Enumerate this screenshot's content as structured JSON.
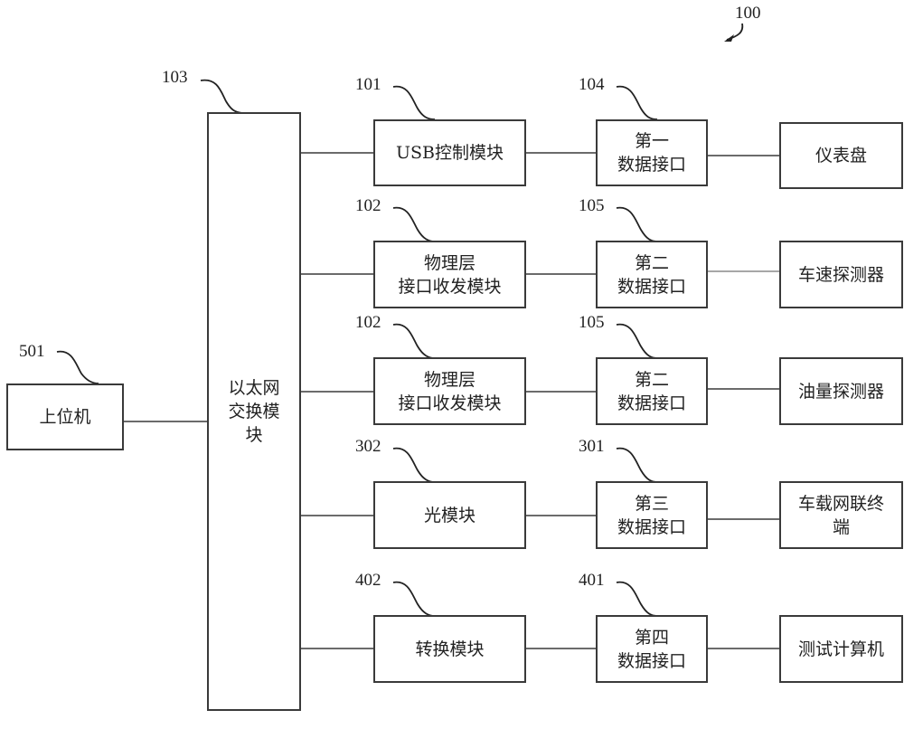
{
  "figure_ref": "100",
  "host": {
    "label": "上位机",
    "ref": "501"
  },
  "switch": {
    "label_lines": [
      "以太网",
      "交换模",
      "块"
    ],
    "ref": "103"
  },
  "rows": [
    {
      "module": {
        "lines": [
          "USB控制模块"
        ],
        "ref": "101"
      },
      "interface": {
        "lines": [
          "第一",
          "数据接口"
        ],
        "ref": "104"
      },
      "device": {
        "lines": [
          "仪表盘"
        ]
      }
    },
    {
      "module": {
        "lines": [
          "物理层",
          "接口收发模块"
        ],
        "ref": "102"
      },
      "interface": {
        "lines": [
          "第二",
          "数据接口"
        ],
        "ref": "105"
      },
      "device": {
        "lines": [
          "车速探测器"
        ]
      }
    },
    {
      "module": {
        "lines": [
          "物理层",
          "接口收发模块"
        ],
        "ref": "102"
      },
      "interface": {
        "lines": [
          "第二",
          "数据接口"
        ],
        "ref": "105"
      },
      "device": {
        "lines": [
          "油量探测器"
        ]
      }
    },
    {
      "module": {
        "lines": [
          "光模块"
        ],
        "ref": "302"
      },
      "interface": {
        "lines": [
          "第三",
          "数据接口"
        ],
        "ref": "301"
      },
      "device": {
        "lines": [
          "车载网联终",
          "端"
        ]
      }
    },
    {
      "module": {
        "lines": [
          "转换模块"
        ],
        "ref": "402"
      },
      "interface": {
        "lines": [
          "第四",
          "数据接口"
        ],
        "ref": "401"
      },
      "device": {
        "lines": [
          "测试计算机"
        ]
      }
    }
  ]
}
